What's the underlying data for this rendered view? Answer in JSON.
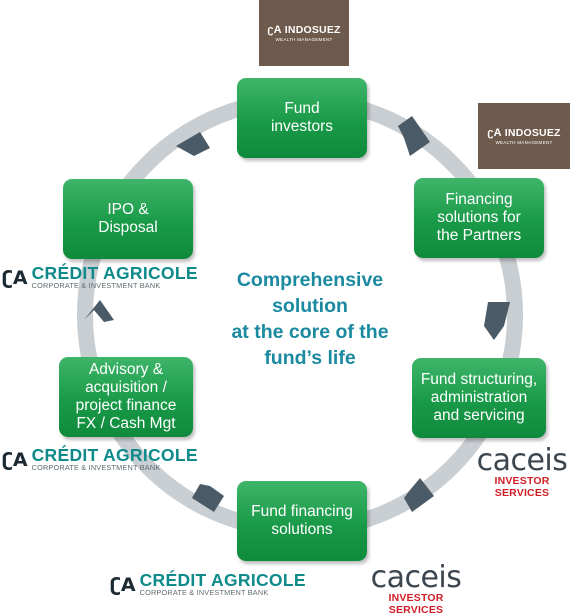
{
  "center_title": "Comprehensive\nsolution\nat the core of the\nfund’s life",
  "steps": [
    "Fund\ninvestors",
    "Financing\nsolutions for\nthe Partners",
    "Fund structuring,\nadministration\nand servicing",
    "Fund financing\nsolutions",
    "Advisory &\nacquisition /\nproject finance\nFX / Cash Mgt",
    "IPO &\nDisposal"
  ],
  "logos": {
    "indosuez": {
      "name": "INDOSUEZ",
      "sub": "WEALTH MANAGEMENT"
    },
    "cacib": {
      "name": "CRÉDIT AGRICOLE",
      "sub": "CORPORATE & INVESTMENT BANK"
    },
    "caceis": {
      "name": "caceis",
      "sub": "INVESTOR SERVICES"
    }
  },
  "colors": {
    "box_green": "#199a48",
    "ring_grey": "#c9ced2",
    "arrow_dark": "#4a5a66",
    "center_text": "#1b8aa0"
  }
}
